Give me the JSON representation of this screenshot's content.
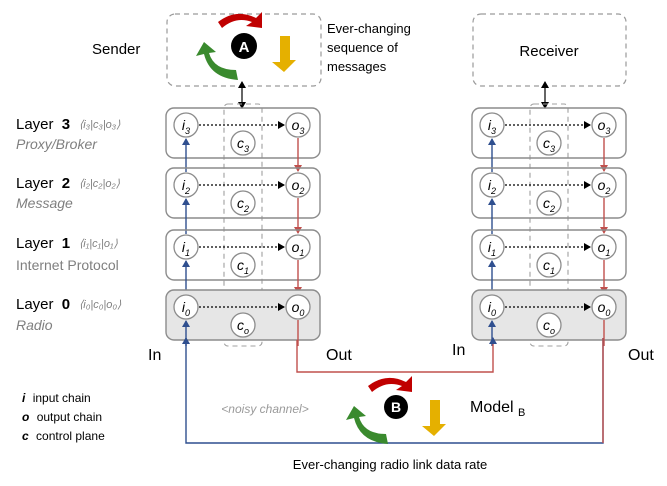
{
  "sender": {
    "label": "Sender",
    "badge": "A",
    "note_lines": [
      "Ever-changing",
      "sequence of",
      "messages"
    ]
  },
  "receiver": {
    "label": "Receiver"
  },
  "layers": [
    {
      "prefix": "Layer",
      "number": "3",
      "tuple": "⟨i₃|c₃|o₃⟩",
      "name": "Proxy/Broker",
      "i": "3",
      "c": "3",
      "o": "3"
    },
    {
      "prefix": "Layer",
      "number": "2",
      "tuple": "⟨i₂|c₂|o₂⟩",
      "name": "Message",
      "i": "2",
      "c": "2",
      "o": "2"
    },
    {
      "prefix": "Layer",
      "number": "1",
      "tuple": "⟨i₁|c₁|o₁⟩",
      "name": "Internet Protocol",
      "i": "1",
      "c": "1",
      "o": "1"
    },
    {
      "prefix": "Layer",
      "number": "0",
      "tuple": "⟨i₀|c₀|o₀⟩",
      "name": "Radio",
      "i": "0",
      "c": "o",
      "o": "0"
    }
  ],
  "node_letters": {
    "input": "i",
    "control": "c",
    "output": "o"
  },
  "io_labels": {
    "left_in": "In",
    "left_out": "Out",
    "right_in": "In",
    "right_out": "Out"
  },
  "channel": {
    "label": "<noisy channel>",
    "badge": "B",
    "model_main": "Model",
    "model_sub": "B",
    "rate_label": "Ever-changing radio link data rate"
  },
  "legend": [
    {
      "key": "i",
      "text": "input chain"
    },
    {
      "key": "o",
      "text": "output chain"
    },
    {
      "key": "c",
      "text": "control plane"
    }
  ],
  "colors": {
    "input_chain": "#2f4f8f",
    "output_chain": "#c0504d",
    "box_border": "#8c8c8c",
    "radio_fill": "#e6e6e6",
    "arrow_red": "#c00000",
    "arrow_green": "#3a8a2e",
    "arrow_yellow": "#e5b000",
    "label_gray": "#7f7f7f"
  }
}
